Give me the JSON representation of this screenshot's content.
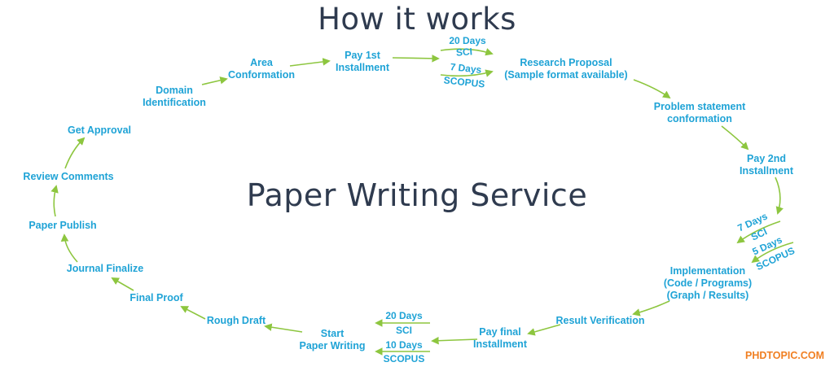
{
  "heading": "How it works",
  "center_title": "Paper Writing Service",
  "brand": "PHDTOPIC.COM",
  "accent_color": "#1fa3d6",
  "arrow_color": "#8dc63f",
  "title_color": "#2f3b4f",
  "brand_color": "#f07f22",
  "steps": [
    {
      "id": "domain",
      "lines": [
        "Domain",
        "Identification"
      ]
    },
    {
      "id": "area",
      "lines": [
        "Area",
        "Conformation"
      ]
    },
    {
      "id": "pay1",
      "lines": [
        "Pay 1st",
        "Installment"
      ]
    },
    {
      "id": "proposal",
      "lines": [
        "Research Proposal",
        "(Sample format available)"
      ]
    },
    {
      "id": "problem",
      "lines": [
        "Problem statement",
        "conformation"
      ]
    },
    {
      "id": "pay2",
      "lines": [
        "Pay 2nd",
        "Installment"
      ]
    },
    {
      "id": "implementation",
      "lines": [
        "Implementation",
        "(Code / Programs)",
        "(Graph / Results)"
      ]
    },
    {
      "id": "verification",
      "lines": [
        "Result Verification"
      ]
    },
    {
      "id": "payfinal",
      "lines": [
        "Pay final",
        "Installment"
      ]
    },
    {
      "id": "start",
      "lines": [
        "Start",
        "Paper Writing"
      ]
    },
    {
      "id": "rough",
      "lines": [
        "Rough Draft"
      ]
    },
    {
      "id": "proof",
      "lines": [
        "Final Proof"
      ]
    },
    {
      "id": "journal",
      "lines": [
        "Journal Finalize"
      ]
    },
    {
      "id": "publish",
      "lines": [
        "Paper Publish"
      ]
    },
    {
      "id": "review",
      "lines": [
        "Review Comments"
      ]
    },
    {
      "id": "approval",
      "lines": [
        "Get Approval"
      ]
    }
  ],
  "durations": [
    {
      "id": "d1a",
      "text": "20 Days"
    },
    {
      "id": "d1b",
      "text": "SCI"
    },
    {
      "id": "d1c",
      "text": "7 Days"
    },
    {
      "id": "d1d",
      "text": "SCOPUS"
    },
    {
      "id": "d2a",
      "text": "7 Days"
    },
    {
      "id": "d2b",
      "text": "SCI"
    },
    {
      "id": "d2c",
      "text": "5 Days"
    },
    {
      "id": "d2d",
      "text": "SCOPUS"
    },
    {
      "id": "d3a",
      "text": "20 Days"
    },
    {
      "id": "d3b",
      "text": "SCI"
    },
    {
      "id": "d3c",
      "text": "10 Days"
    },
    {
      "id": "d3d",
      "text": "SCOPUS"
    }
  ]
}
